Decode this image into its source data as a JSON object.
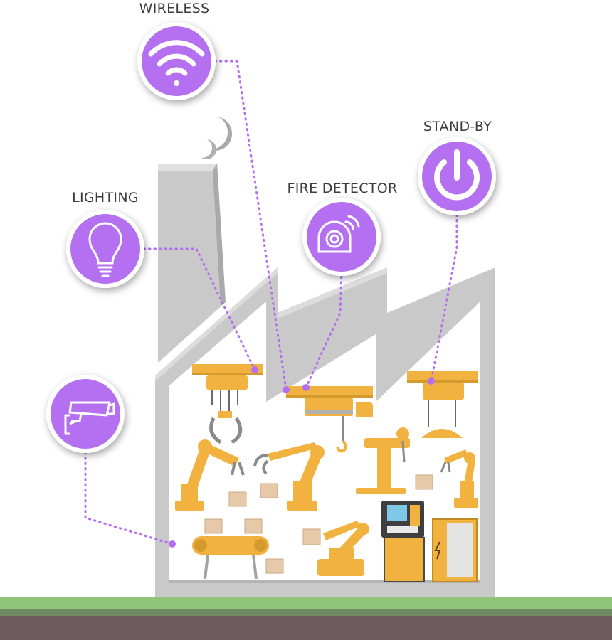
{
  "labels": {
    "wireless": "WIRELESS",
    "lighting": "LIGHTING",
    "fire_detector": "FIRE DETECTOR",
    "standby": "STAND-BY"
  },
  "icons": {
    "wireless": "wifi-icon",
    "lighting": "light-bulb-icon",
    "fire_detector": "fire-detector-icon",
    "standby": "power-icon",
    "camera": "security-camera-icon"
  },
  "colors": {
    "accent": "#b46ff0",
    "machine": "#f2b23f",
    "wall": "#c9c9c9",
    "grass": "#8fc47a",
    "soil": "#6f5a5e"
  }
}
